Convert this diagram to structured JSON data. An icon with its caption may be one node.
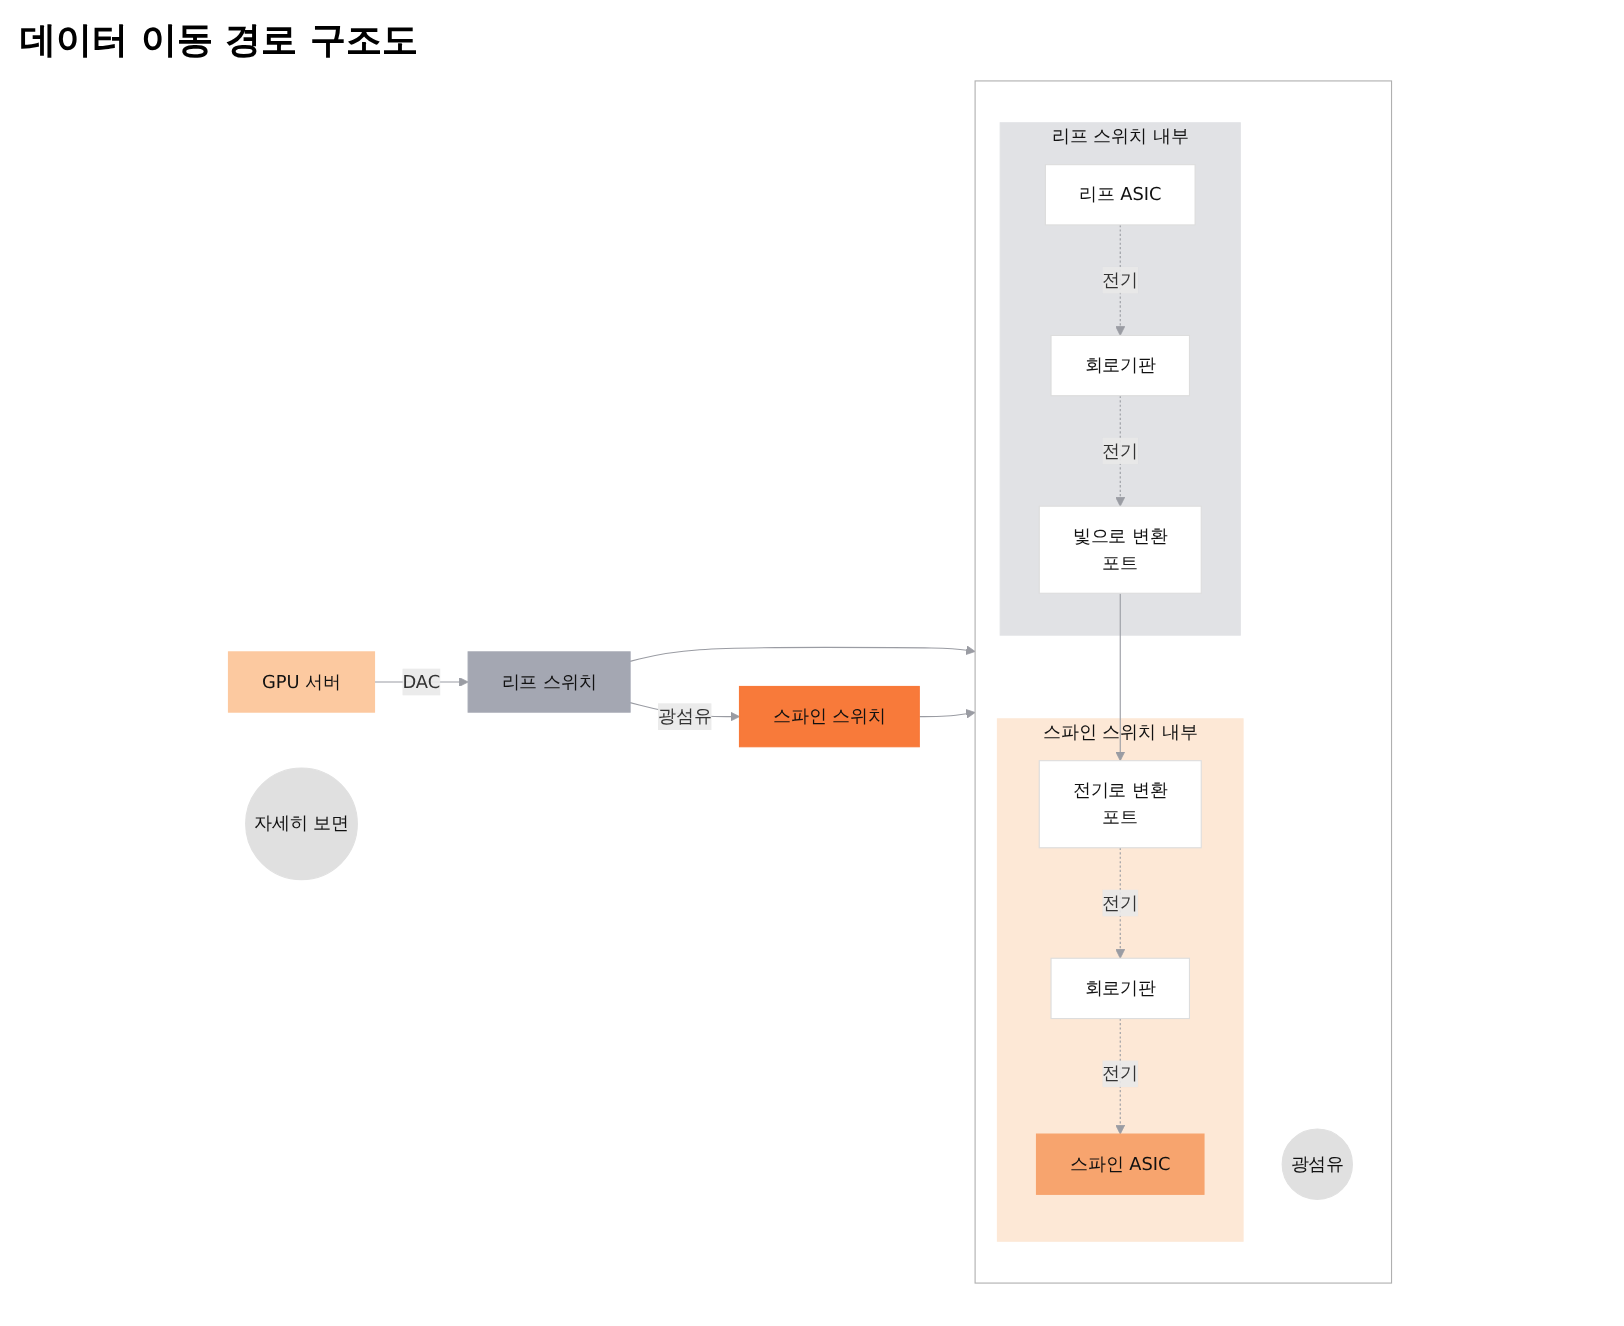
{
  "diagram": {
    "title": "데이터 이동 경로 구조도",
    "nodes": [
      {
        "text": [
          "GPU 서버"
        ]
      },
      {
        "text": [
          "리프 스위치"
        ]
      },
      {
        "text": [
          "스파인 스위치"
        ]
      },
      {
        "text": [
          "자세히 보면"
        ]
      },
      {
        "text": [],
        "shape": "box"
      },
      {
        "text": [
          "리프 스위치 내부"
        ],
        "in": 4
      },
      {
        "text": [
          "리프 ASIC"
        ],
        "in": 5
      },
      {
        "text": [
          "회로기판"
        ],
        "in": 5
      },
      {
        "text": [
          "빛으로 변환",
          "포트"
        ],
        "in": 5
      },
      {
        "text": [
          "광섬유"
        ],
        "in": 4
      },
      {
        "text": [
          "스파인 스위치 내부"
        ],
        "in": 4
      },
      {
        "text": [
          "스파인 ASIC"
        ],
        "in": 10
      },
      {
        "text": [
          "회로기판"
        ],
        "in": 10
      },
      {
        "text": [
          "전기로 변환",
          "포트"
        ],
        "in": 10
      }
    ],
    "edges": [
      {
        "from": 0,
        "to": 1,
        "arrow": "to",
        "label": "DAC"
      },
      {
        "from": 1,
        "to": 2,
        "arrow": "to",
        "label": "광섬유"
      },
      {
        "from": 1,
        "to": 4,
        "arrow": "to"
      },
      {
        "from": 2,
        "to": 4,
        "arrow": "to"
      },
      {
        "from": 6,
        "to": 7,
        "arrow": "to",
        "label": "전기",
        "style": "dashed"
      },
      {
        "from": 7,
        "to": 8,
        "arrow": "to",
        "label": "전기",
        "style": "dashed"
      },
      {
        "from": 8,
        "to": 13,
        "arrow": "to"
      },
      {
        "from": 13,
        "to": 12,
        "arrow": "to",
        "label": "전기",
        "style": "dashed"
      },
      {
        "from": 12,
        "to": 11,
        "arrow": "to",
        "label": "전기",
        "style": "dashed"
      }
    ]
  }
}
